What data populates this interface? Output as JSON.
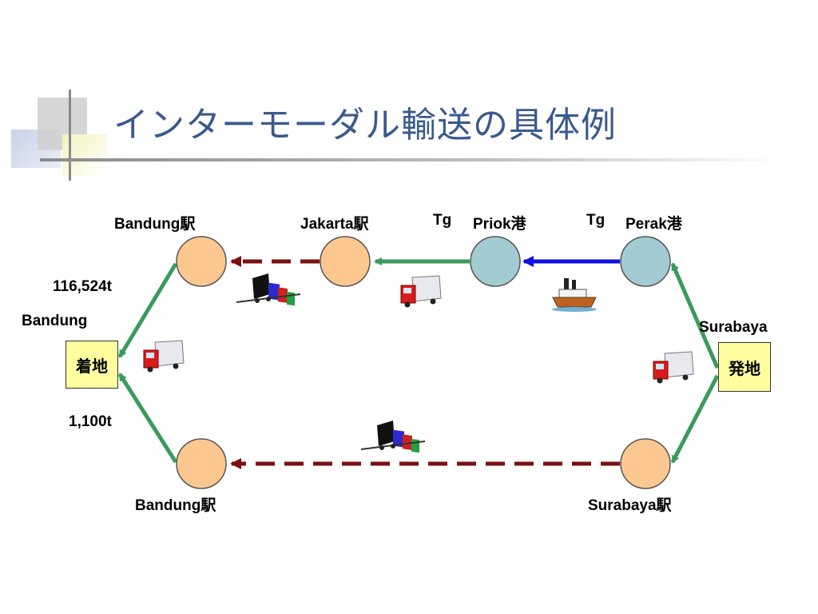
{
  "slide": {
    "title": "インターモーダル輸送の具体例"
  },
  "labels": {
    "bandung_station_top": "Bandung駅",
    "jakarta_station": "Jakarta駅",
    "tg_priok_tg": "Tg",
    "tg_priok_port": "Priok港",
    "tg_perak_tg": "Tg",
    "tg_perak_port": "Perak港",
    "bandung_station_bottom": "Bandung駅",
    "surabaya_station": "Surabaya駅",
    "volume_top": "116,524t",
    "volume_bottom": "1,100t",
    "bandung_city": "Bandung",
    "surabaya_city": "Surabaya"
  },
  "boxes": {
    "destination": "着地",
    "origin": "発地"
  },
  "colors": {
    "rail": "#7a1010",
    "truck_route": "#3a9a5c",
    "sea_route": "#1010e0",
    "station_node": "#fcc890",
    "port_node": "#a2cbd2",
    "endpoint_box": "#ffffa0",
    "title": "#3a5a8c"
  },
  "icons": [
    "train-icon",
    "truck-icon",
    "ship-icon"
  ]
}
